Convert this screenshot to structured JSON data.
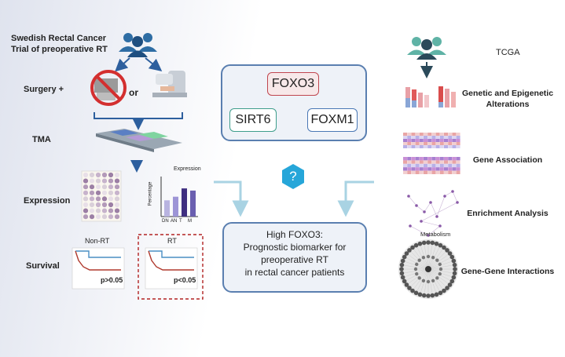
{
  "left": {
    "trial_title_line1": "Swedish Rectal Cancer",
    "trial_title_line2": "Trial of preoperative RT",
    "surgery_label": "Surgery +",
    "or_label": "or",
    "tma_label": "TMA",
    "expression_label": "Expression",
    "survival_label": "Survival",
    "expression_chart": {
      "title": "Expression",
      "ylabel": "Percentage",
      "categories": [
        "DN",
        "AN",
        "T",
        "M"
      ]
    },
    "non_rt": {
      "title": "Non-RT",
      "pvalue": "p>0.05"
    },
    "rt": {
      "title": "RT",
      "pvalue": "p<0.05"
    }
  },
  "center": {
    "genes": {
      "foxo3": "FOXO3",
      "sirt6": "SIRT6",
      "foxm1": "FOXM1"
    },
    "question_mark": "?",
    "conclusion_line1": "High FOXO3:",
    "conclusion_line2": "Prognostic biomarker for",
    "conclusion_line3": "preoperative RT",
    "conclusion_line4": "in rectal cancer patients"
  },
  "right": {
    "tcga_label": "TCGA",
    "genetic_label_line1": "Genetic and Epigenetic",
    "genetic_label_line2": "Alterations",
    "gene_association_label": "Gene Association",
    "enrichment_label": "Enrichment Analysis",
    "metabolism_label": "Metabolism",
    "ggi_label": "Gene-Gene Interactions"
  },
  "colors": {
    "arrow_blue": "#2d5f9e",
    "light_arrow": "#a9d3e3",
    "foxo3_border": "#c0464f",
    "sirt6_border": "#3f9e8c",
    "foxm1_border": "#4a78b5",
    "people_blue": "#2e6da4",
    "people_teal": "#5fb3a6",
    "people_dark": "#2b4a5a",
    "hexagon": "#26a6d9",
    "km_red": "#b03a2e",
    "km_blue": "#4a8fc4",
    "dashed_red": "#b22222"
  },
  "icons": [
    "people-group-icon",
    "no-surgery-icon",
    "radiotherapy-machine-icon",
    "question-hexagon-icon",
    "tcga-people-icon"
  ]
}
